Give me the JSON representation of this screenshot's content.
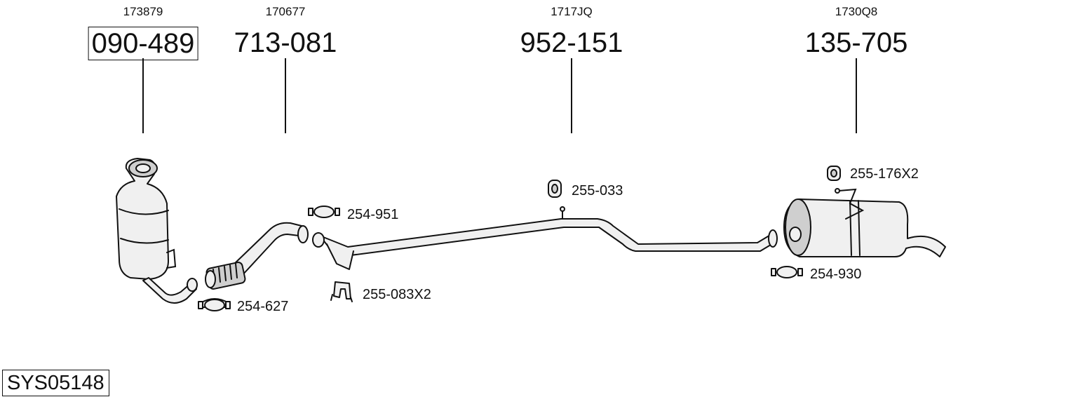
{
  "parts": [
    {
      "oe_code": "173879",
      "part_number": "090-489",
      "boxed": true
    },
    {
      "oe_code": "170677",
      "part_number": "713-081",
      "boxed": false
    },
    {
      "oe_code": "1717JQ",
      "part_number": "952-151",
      "boxed": false
    },
    {
      "oe_code": "1730Q8",
      "part_number": "135-705",
      "boxed": false
    }
  ],
  "accessories": [
    {
      "label": "254-627",
      "icon": "clamp-icon"
    },
    {
      "label": "254-951",
      "icon": "clamp-icon"
    },
    {
      "label": "255-083X2",
      "icon": "bracket-icon"
    },
    {
      "label": "255-033",
      "icon": "rubber-hanger-icon"
    },
    {
      "label": "255-176X2",
      "icon": "rubber-hanger-icon"
    },
    {
      "label": "254-930",
      "icon": "clamp-icon"
    }
  ],
  "system_code": "SYS05148"
}
